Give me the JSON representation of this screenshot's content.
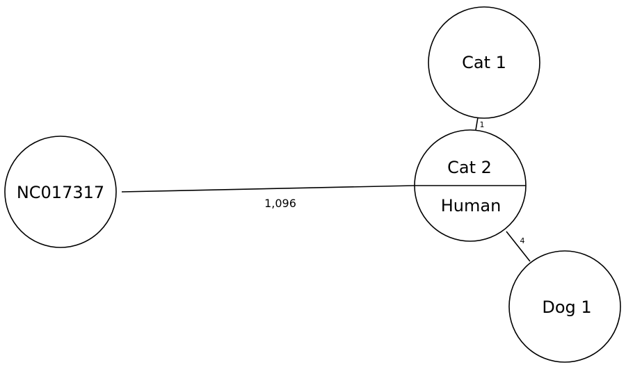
{
  "nodes": {
    "nc017317": {
      "label": "NC017317"
    },
    "cat1": {
      "label": "Cat 1"
    },
    "cat2_human": {
      "top_label": "Cat 2",
      "bottom_label": "Human"
    },
    "dog1": {
      "label": "Dog 1"
    }
  },
  "edges": {
    "nc017317_to_cat2": {
      "weight": "1,096"
    },
    "cat1_to_cat2": {
      "weight": "1"
    },
    "cat2_to_dog1": {
      "weight": "4"
    }
  }
}
